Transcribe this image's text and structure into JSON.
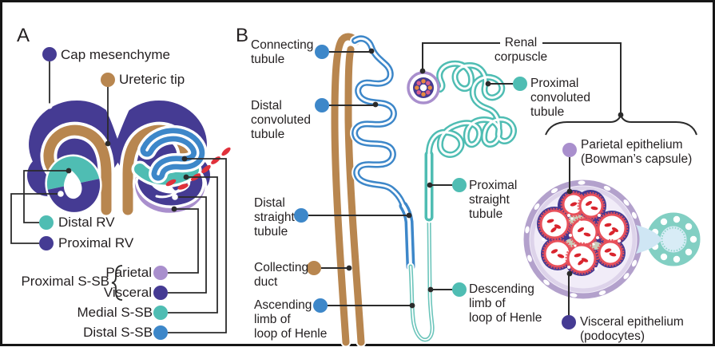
{
  "figure_type": "Nephron development and nephron segment diagram",
  "panel_a": {
    "letter": "A",
    "labels": {
      "cap_mesenchyme": "Cap mesenchyme",
      "ureteric_tip": "Ureteric tip",
      "distal_rv": "Distal RV",
      "proximal_rv": "Proximal RV",
      "proximal_ssb": "Proximal S-SB",
      "parietal": "Parietal",
      "visceral": "Visceral",
      "medial_ssb": "Medial S-SB",
      "distal_ssb": "Distal S-SB"
    }
  },
  "panel_b": {
    "letter": "B",
    "labels": {
      "connecting_tubule": "Connecting\ntubule",
      "distal_convoluted_tubule": "Distal\nconvoluted\ntubule",
      "distal_straight_tubule": "Distal\nstraight\ntubule",
      "collecting_duct": "Collecting\nduct",
      "ascending_limb": "Ascending\nlimb of\nloop of Henle",
      "renal_corpuscle": "Renal\ncorpuscle",
      "proximal_convoluted_tubule": "Proximal\nconvoluted\ntubule",
      "proximal_straight_tubule": "Proximal\nstraight\ntubule",
      "descending_limb": "Descending\nlimb of\nloop of Henle",
      "parietal_epithelium": "Parietal epithelium\n(Bowman’s capsule)",
      "visceral_epithelium": "Visceral epithelium\n(podocytes)"
    }
  },
  "colors": {
    "purple_dark": "#453b93",
    "purple_light": "#a98fcd",
    "teal": "#4fbdb3",
    "teal_light": "#6cc5bb",
    "blue": "#3d87c9",
    "brown": "#b8864f",
    "red": "#e0313b",
    "leader_line": "#2b2b2b",
    "text": "#231f20"
  }
}
